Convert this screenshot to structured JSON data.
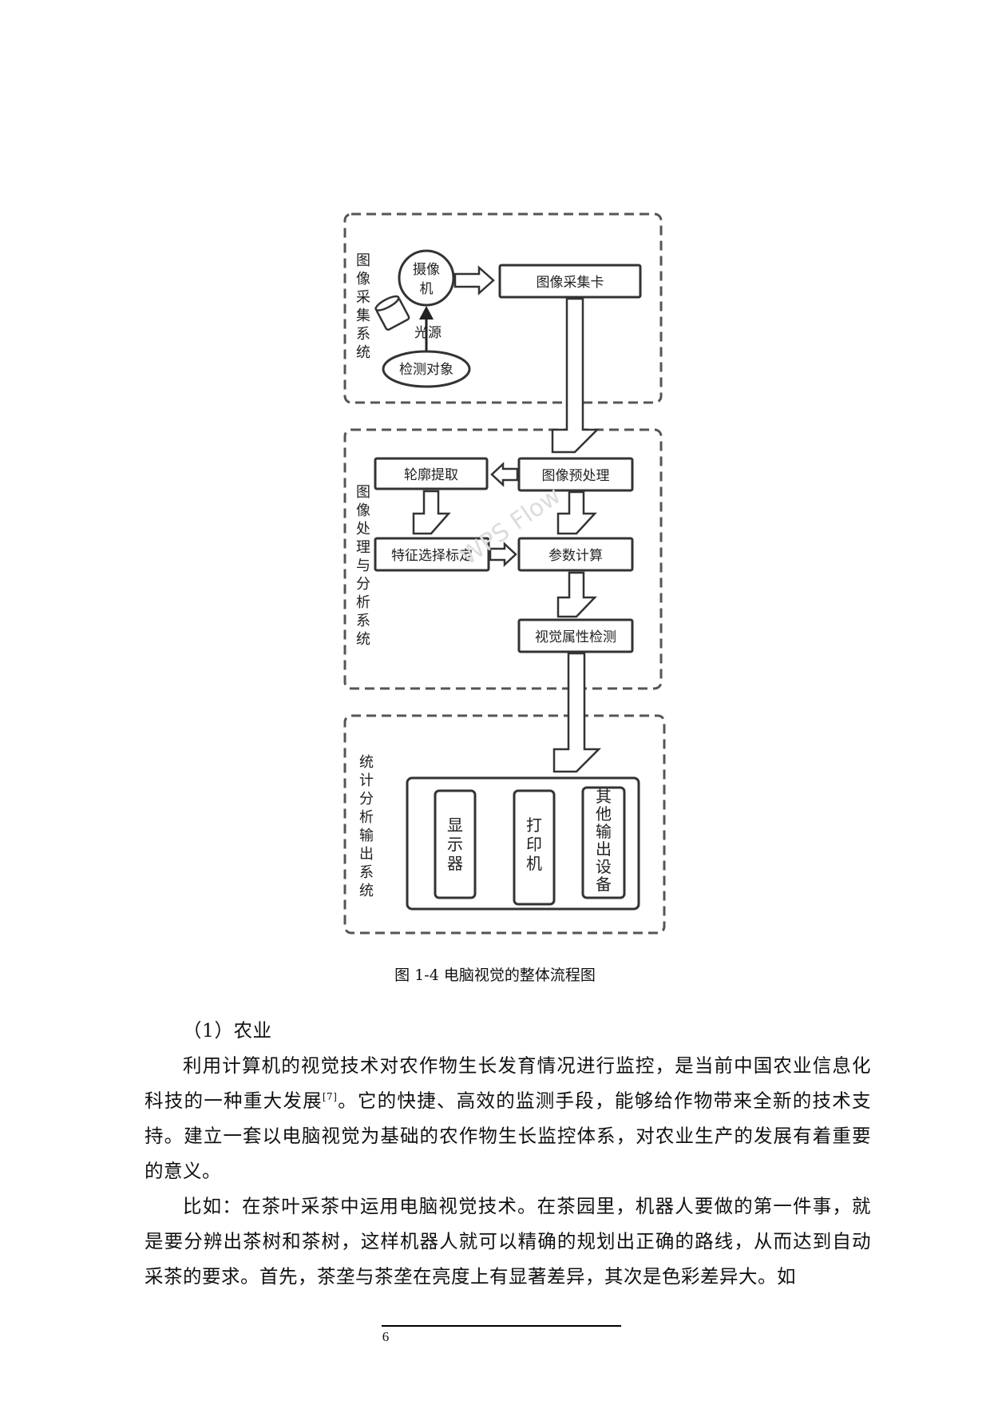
{
  "diagram": {
    "groups": {
      "acquisition": "图像采集系统",
      "processing": "图像处理与分析系统",
      "output": "统计分析输出系统"
    },
    "nodes": {
      "camera_line1": "摄像",
      "camera_line2": "机",
      "light_source": "光源",
      "detect_target": "检测对象",
      "capture_card": "图像采集卡",
      "preprocess": "图像预处理",
      "contour": "轮廓提取",
      "feature_select": "特征选择标定",
      "param_calc": "参数计算",
      "visual_detect": "视觉属性检测",
      "display": "显示器",
      "printer": "打印机",
      "other_output": "其他输出设备"
    },
    "watermark": "WPS Flow"
  },
  "caption": "图 1-4 电脑视觉的整体流程图",
  "section": {
    "heading": "（1）农业",
    "para1_a": "利用计算机的视觉技术对农作物生长发育情况进行监控，是当前中国农业信息化科技的一种重大发展",
    "para1_ref": "[7]",
    "para1_b": "。它的快捷、高效的监测手段，能够给作物带来全新的技术支持。建立一套以电脑视觉为基础的农作物生长监控体系，对农业生产的发展有着重要的意义。",
    "para2": "比如：在茶叶采茶中运用电脑视觉技术。在茶园里，机器人要做的第一件事，就是要分辨出茶树和茶树，这样机器人就可以精确的规划出正确的路线，从而达到自动采茶的要求。首先，茶垄与茶垄在亮度上有显著差异，其次是色彩差异大。如"
  },
  "footer": {
    "page_number": "6"
  }
}
